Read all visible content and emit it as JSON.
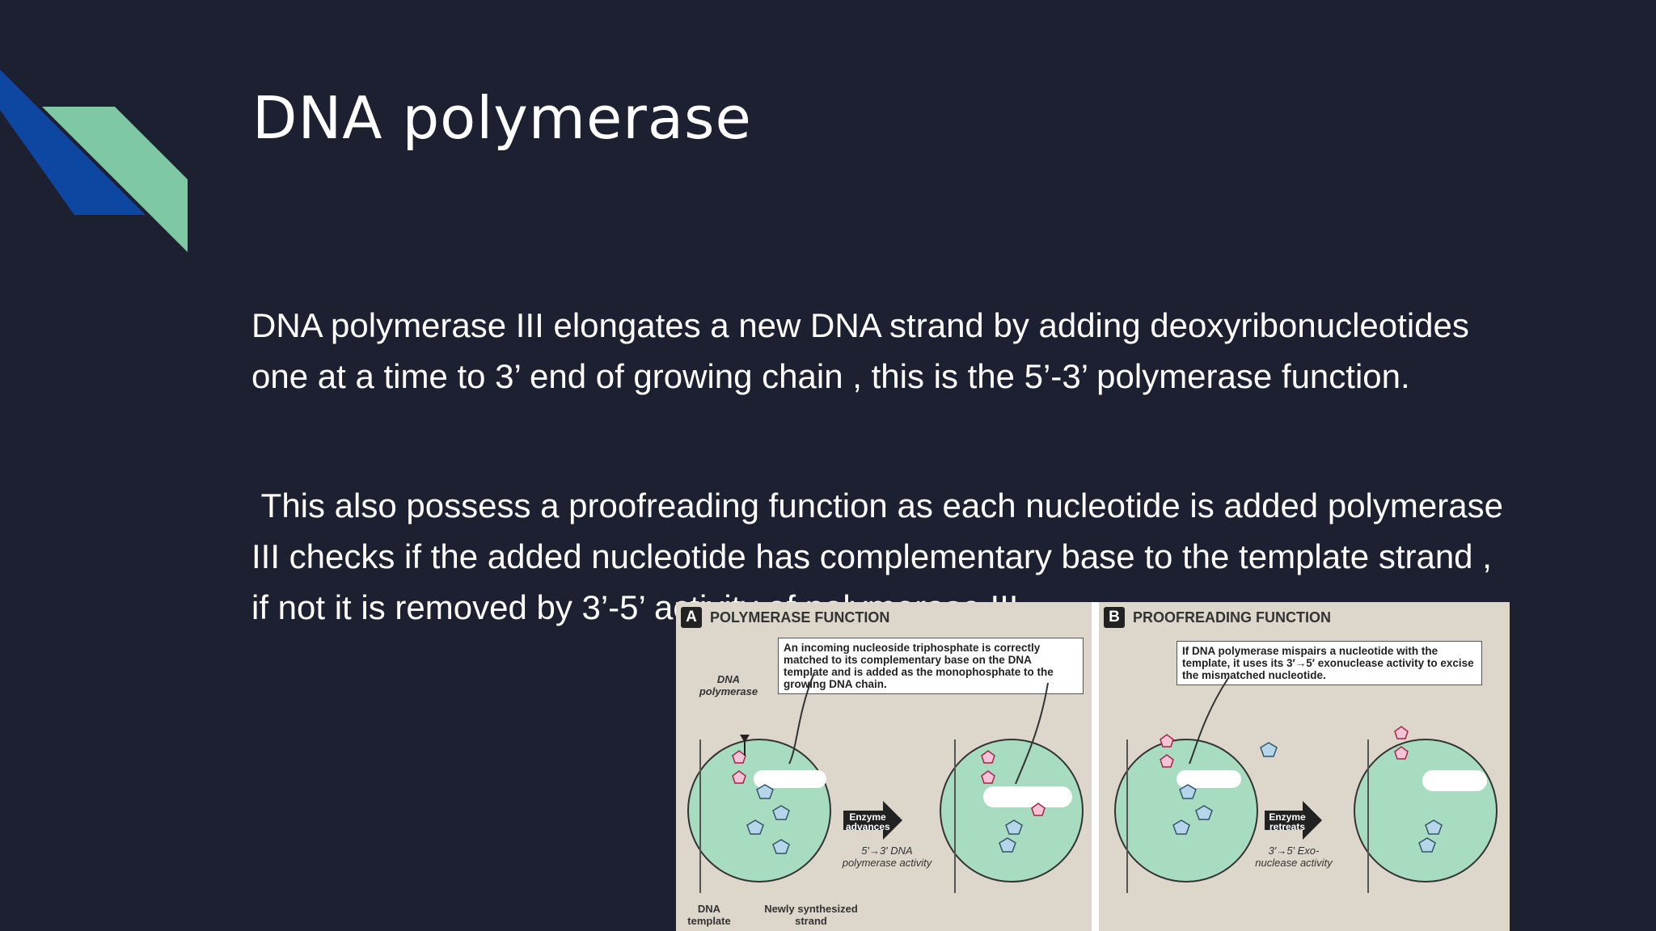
{
  "slide": {
    "title": "DNA polymerase",
    "paragraph1": "DNA polymerase III elongates a new DNA strand by adding deoxyribonucleotides one at a time to 3’ end of growing chain , this is the 5’-3’ polymerase function.",
    "paragraph2": " This also possess a proofreading function as each nucleotide is added polymerase III checks if the added nucleotide has complementary base to the template strand , if not it is removed by 3’-5’ activity of polymerase III."
  },
  "colors": {
    "background": "#1d2030",
    "deco_blue": "#0d47a1",
    "deco_green": "#7ec8a4"
  },
  "figure": {
    "panelA": {
      "letter": "A",
      "heading": "POLYMERASE FUNCTION",
      "callout": "An incoming nucleoside triphosphate is correctly matched to its complementary base on the DNA template and is added as the monophosphate to the growing DNA chain.",
      "label_polymerase": "DNA polymerase",
      "label_enzyme": "Enzyme advances",
      "label_activity": "5′→3′ DNA polymerase activity",
      "label_template": "DNA template",
      "label_newly": "Newly synthesized strand"
    },
    "panelB": {
      "letter": "B",
      "heading": "PROOFREADING FUNCTION",
      "callout": "If DNA polymerase mispairs a nucleotide with the template, it uses its 3′→5′ exonuclease activity to excise the mismatched nucleotide.",
      "label_enzyme": "Enzyme retreats",
      "label_activity": "3′→5′ Exo-nuclease activity"
    }
  }
}
